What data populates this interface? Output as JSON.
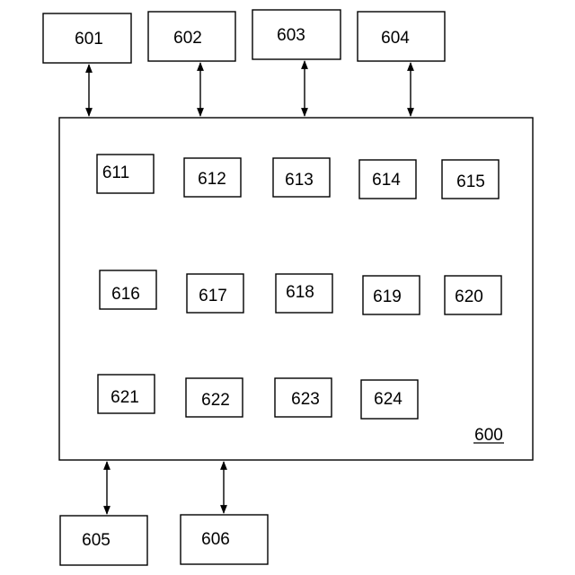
{
  "diagram": {
    "main_box_label": "600",
    "external_nodes": {
      "n601": "601",
      "n602": "602",
      "n603": "603",
      "n604": "604",
      "n605": "605",
      "n606": "606"
    },
    "internal_nodes": {
      "n611": "611",
      "n612": "612",
      "n613": "613",
      "n614": "614",
      "n615": "615",
      "n616": "616",
      "n617": "617",
      "n618": "618",
      "n619": "619",
      "n620": "620",
      "n621": "621",
      "n622": "622",
      "n623": "623",
      "n624": "624"
    },
    "connections": [
      {
        "from": "601",
        "to": "600",
        "direction": "bidirectional"
      },
      {
        "from": "602",
        "to": "600",
        "direction": "bidirectional"
      },
      {
        "from": "603",
        "to": "600",
        "direction": "bidirectional"
      },
      {
        "from": "604",
        "to": "600",
        "direction": "bidirectional"
      },
      {
        "from": "605",
        "to": "600",
        "direction": "bidirectional"
      },
      {
        "from": "606",
        "to": "600",
        "direction": "bidirectional"
      }
    ]
  }
}
